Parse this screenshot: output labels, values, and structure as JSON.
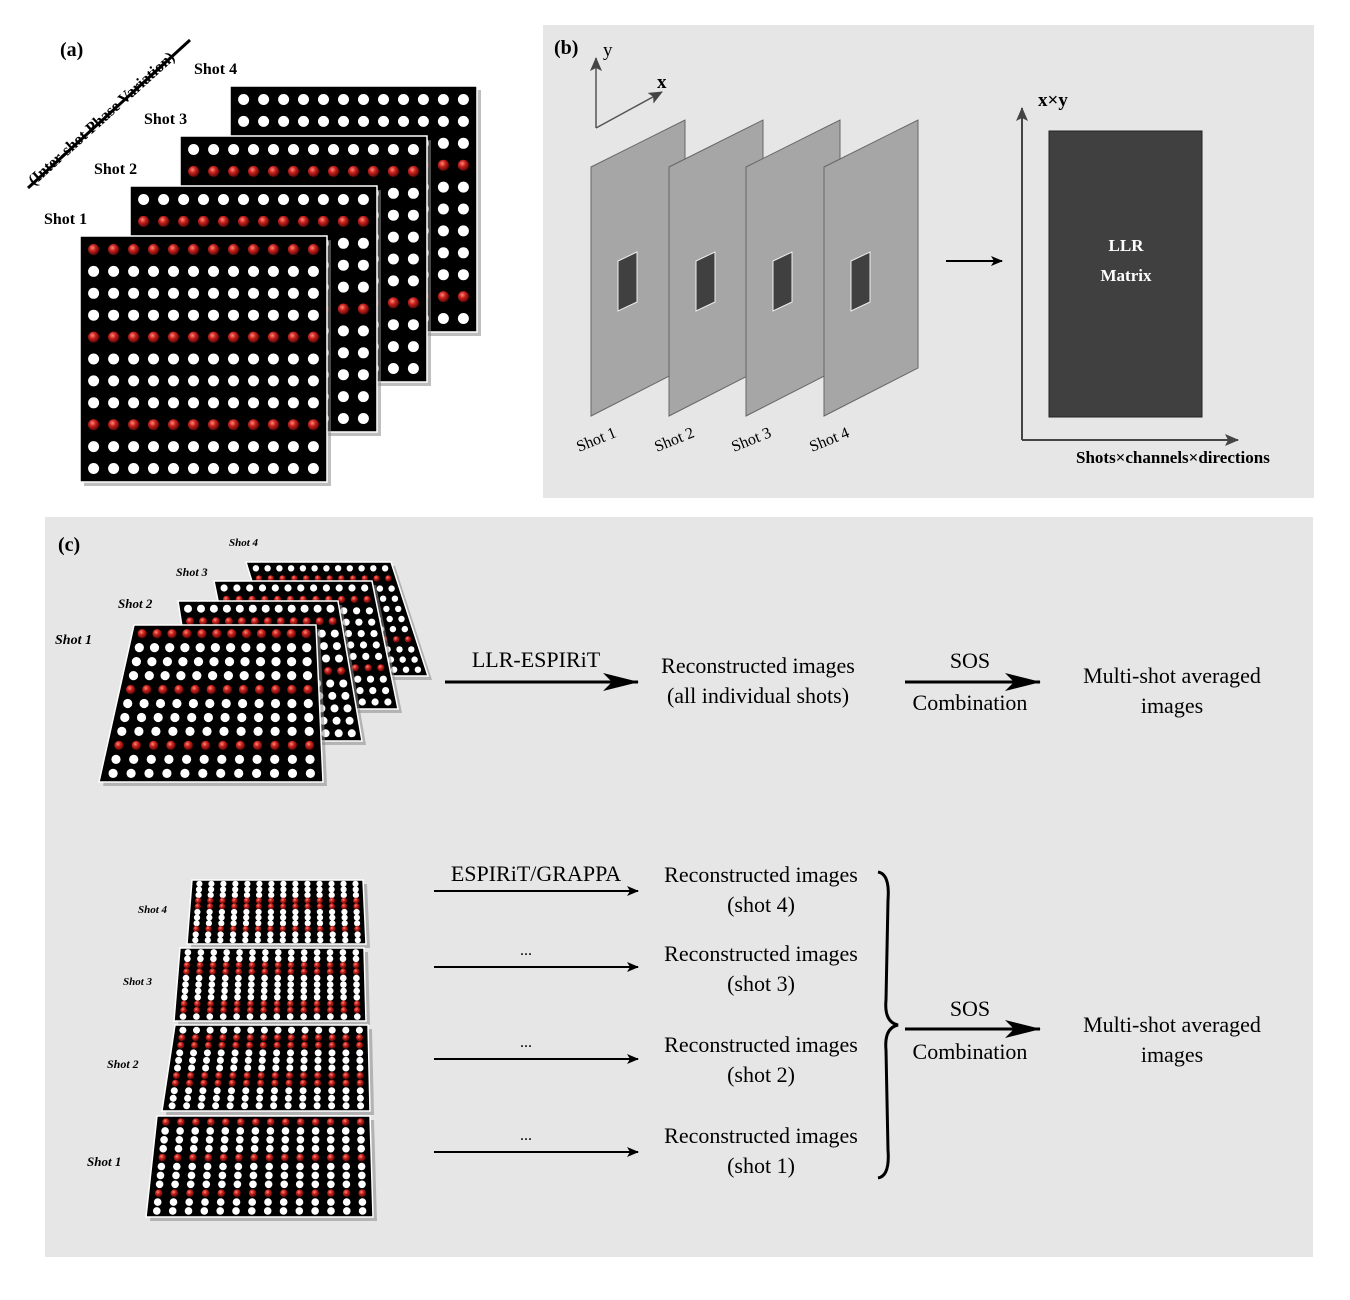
{
  "panel_a": {
    "label": "(a)",
    "rotated_label": "(Inter-shot Phase Variation)",
    "shots": [
      "Shot 1",
      "Shot 2",
      "Shot 3",
      "Shot 4"
    ]
  },
  "panel_b": {
    "label": "(b)",
    "axis_y": "y",
    "axis_x": "x",
    "shots": [
      "Shot 1",
      "Shot 2",
      "Shot 3",
      "Shot 4"
    ],
    "matrix_y_axis": "x×y",
    "matrix_x_axis": "Shots×channels×directions",
    "matrix_line1": "LLR",
    "matrix_line2": "Matrix"
  },
  "panel_c": {
    "label": "(c)",
    "top_shots": [
      "Shot 1",
      "Shot 2",
      "Shot 3",
      "Shot 4"
    ],
    "top_method": "LLR-ESPIRiT",
    "top_result_line1": "Reconstructed images",
    "top_result_line2": "(all individual shots)",
    "sos_line1": "SOS",
    "sos_line2": "Combination",
    "final_line1": "Multi-shot averaged",
    "final_line2": "images",
    "bottom_shots": [
      "Shot 4",
      "Shot 3",
      "Shot 2",
      "Shot 1"
    ],
    "bottom_methods": [
      "ESPIRiT/GRAPPA",
      "...",
      "...",
      "..."
    ],
    "bottom_results": [
      {
        "line1": "Reconstructed images",
        "line2": "(shot 4)"
      },
      {
        "line1": "Reconstructed images",
        "line2": "(shot 3)"
      },
      {
        "line1": "Reconstructed images",
        "line2": "(shot 2)"
      },
      {
        "line1": "Reconstructed images",
        "line2": "(shot 1)"
      }
    ],
    "bottom_sos_line1": "SOS",
    "bottom_sos_line2": "Combination",
    "bottom_final_line1": "Multi-shot averaged",
    "bottom_final_line2": "images"
  },
  "colors": {
    "panel_bg": "#e6e6e6",
    "sheet_bg": "#000000",
    "dot_white": "#ffffff",
    "dot_red": "#c0201c",
    "plane_gray": "#a6a6a6",
    "matrix_dark": "#404040"
  }
}
